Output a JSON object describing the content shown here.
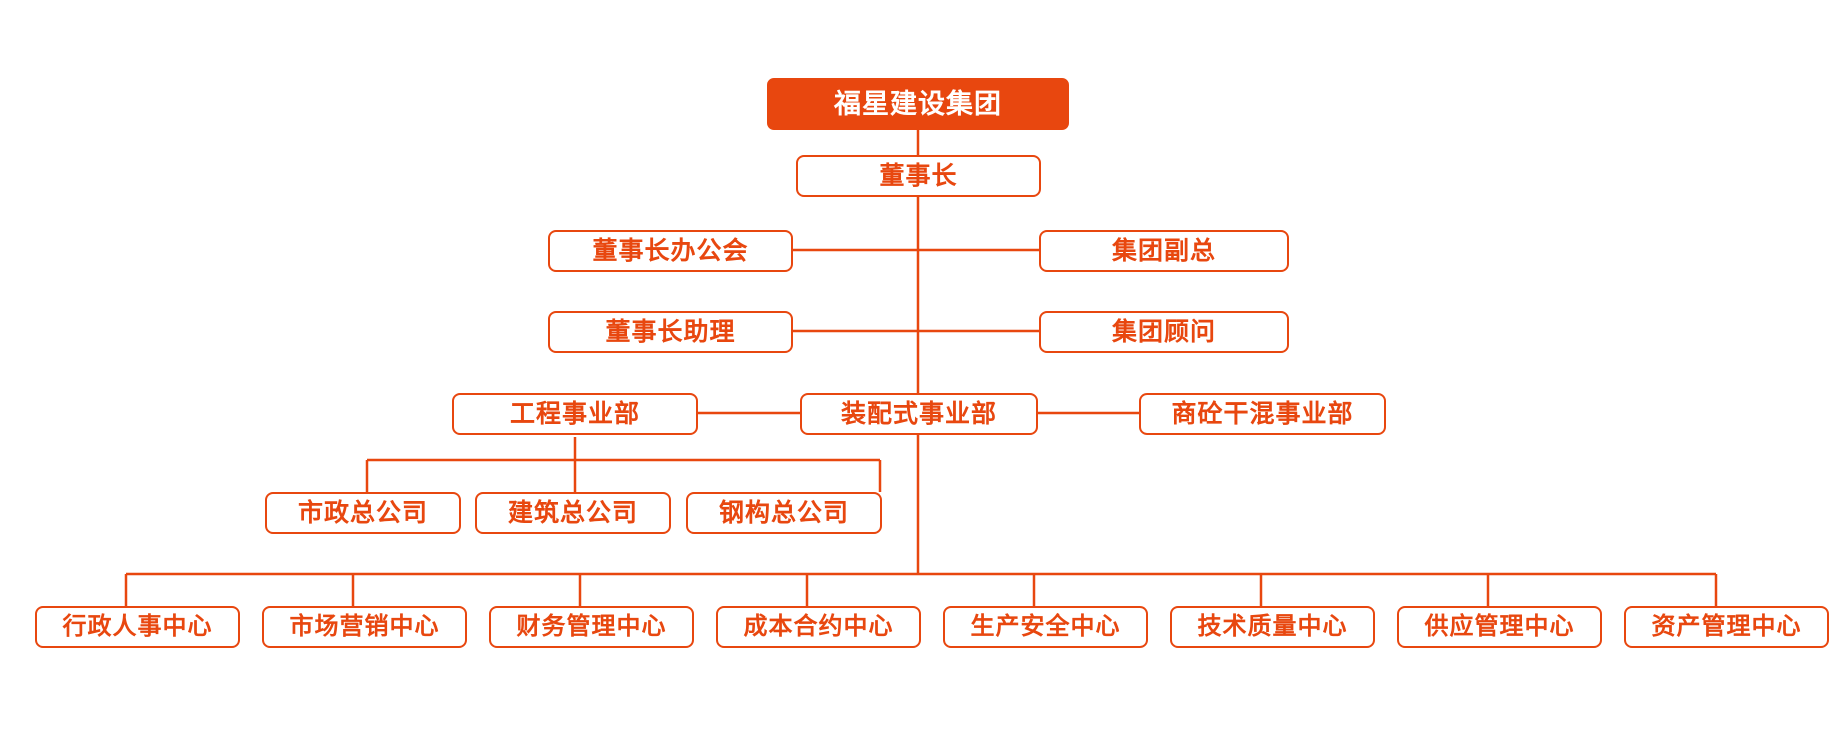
{
  "theme": {
    "accent": "#E8470F",
    "node_fill": "#FFFFFF",
    "root_fill": "#E8470F",
    "root_text": "#FFFFFF",
    "node_text": "#E8470F",
    "background": "#FFFFFF"
  },
  "chart_data": {
    "type": "diagram",
    "diagram_kind": "organization-chart",
    "title": "福星建设集团",
    "orientation": "top-down",
    "levels": [
      {
        "name": "group",
        "nodes": [
          "福星建设集团"
        ]
      },
      {
        "name": "chairman",
        "nodes": [
          "董事长"
        ]
      },
      {
        "name": "chairman-office",
        "nodes": [
          "董事长办公会",
          "集团副总"
        ]
      },
      {
        "name": "chairman-assistant",
        "nodes": [
          "董事长助理",
          "集团顾问"
        ]
      },
      {
        "name": "business-divisions",
        "nodes": [
          "工程事业部",
          "装配式事业部",
          "商砼干混事业部"
        ]
      },
      {
        "name": "subsidiaries",
        "nodes": [
          "市政总公司",
          "建筑总公司",
          "钢构总公司"
        ]
      },
      {
        "name": "management-centers",
        "nodes": [
          "行政人事中心",
          "市场营销中心",
          "财务管理中心",
          "成本合约中心",
          "生产安全中心",
          "技术质量中心",
          "供应管理中心",
          "资产管理中心"
        ]
      }
    ],
    "edges": [
      {
        "from": "福星建设集团",
        "to": "董事长"
      },
      {
        "from": "董事长",
        "to": "董事长办公会"
      },
      {
        "from": "董事长",
        "to": "集团副总"
      },
      {
        "from": "董事长",
        "to": "董事长助理"
      },
      {
        "from": "董事长",
        "to": "集团顾问"
      },
      {
        "from": "董事长",
        "to": "工程事业部"
      },
      {
        "from": "董事长",
        "to": "装配式事业部"
      },
      {
        "from": "装配式事业部",
        "to": "商砼干混事业部"
      },
      {
        "from": "工程事业部",
        "to": "市政总公司"
      },
      {
        "from": "工程事业部",
        "to": "建筑总公司"
      },
      {
        "from": "工程事业部",
        "to": "钢构总公司"
      },
      {
        "from": "董事长",
        "to": "行政人事中心"
      },
      {
        "from": "董事长",
        "to": "市场营销中心"
      },
      {
        "from": "董事长",
        "to": "财务管理中心"
      },
      {
        "from": "董事长",
        "to": "成本合约中心"
      },
      {
        "from": "董事长",
        "to": "生产安全中心"
      },
      {
        "from": "董事长",
        "to": "技术质量中心"
      },
      {
        "from": "董事长",
        "to": "供应管理中心"
      },
      {
        "from": "董事长",
        "to": "资产管理中心"
      }
    ]
  },
  "nodes": {
    "root": {
      "label": "福星建设集团"
    },
    "chairman": {
      "label": "董事长"
    },
    "chairman_office": {
      "label": "董事长办公会"
    },
    "group_vp": {
      "label": "集团副总"
    },
    "chairman_assistant": {
      "label": "董事长助理"
    },
    "group_advisor": {
      "label": "集团顾问"
    },
    "division_engineering": {
      "label": "工程事业部"
    },
    "division_prefab": {
      "label": "装配式事业部"
    },
    "division_concrete": {
      "label": "商砼干混事业部"
    },
    "company_municipal": {
      "label": "市政总公司"
    },
    "company_building": {
      "label": "建筑总公司"
    },
    "company_steel": {
      "label": "钢构总公司"
    },
    "center_hr": {
      "label": "行政人事中心"
    },
    "center_marketing": {
      "label": "市场营销中心"
    },
    "center_finance": {
      "label": "财务管理中心"
    },
    "center_cost": {
      "label": "成本合约中心"
    },
    "center_safety": {
      "label": "生产安全中心"
    },
    "center_quality": {
      "label": "技术质量中心"
    },
    "center_supply": {
      "label": "供应管理中心"
    },
    "center_asset": {
      "label": "资产管理中心"
    }
  }
}
